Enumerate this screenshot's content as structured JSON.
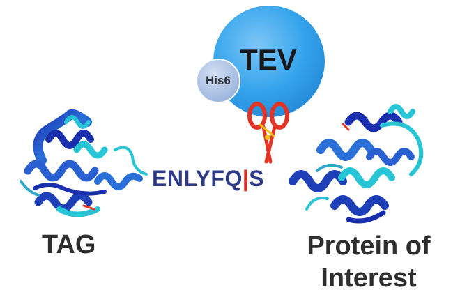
{
  "enzyme": {
    "name": "TEV",
    "tag": "His6"
  },
  "sequence": {
    "before_cut": "ENLYFQ",
    "cut_mark": "|",
    "after_cut": "S"
  },
  "labels": {
    "tag": "TAG",
    "protein_line1": "Protein of",
    "protein_line2": "Interest"
  },
  "icons": {
    "cutter": "scissors-icon",
    "left_structure": "tag-protein-structure",
    "right_structure": "target-protein-structure"
  },
  "colors": {
    "enzyme_fill": "#35a4ec",
    "his_fill": "#a9c1e4",
    "sequence_text": "#2e3a86",
    "cut_mark": "#d62a1e",
    "scissors": "#e23424",
    "helix_dark": "#1d3fb8",
    "helix_light": "#28c5d6"
  }
}
